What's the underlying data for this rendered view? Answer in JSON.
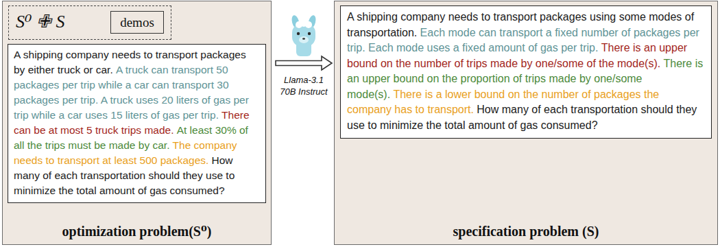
{
  "diagram": {
    "nodes": [
      {
        "text": [
          "optimization problem(S⁰)"
        ]
      },
      {
        "text": [
          "S⁰ ✙ S"
        ],
        "in": 0
      },
      {
        "text": [
          "demos"
        ],
        "in": 1
      },
      {
        "text": [
          "A shipping company needs to transport packages by either truck or car.",
          "A truck can transport 50 packages per trip while a car can transport 30 packages per trip. A truck uses 20 liters of gas per trip while a car uses 15 liters of gas per trip.",
          "There can be at most 5 truck trips made.",
          "At least 30% of all the trips must be made by car.",
          "The company needs to transport at least 500 packages.",
          "How many of each transportation should they use to minimize the total amount of gas consumed?"
        ],
        "in": 0
      },
      {
        "text": [
          "specification problem (S)"
        ]
      },
      {
        "text": [
          "A shipping company needs to transport packages using some modes of transportation.",
          "Each mode can transport a fixed number of packages per trip. Each mode uses a fixed amount of gas per trip.",
          "There is an upper bound on the number of trips made by one/some of the mode(s).",
          "There is an upper bound on the proportion of trips made by one/some mode(s).",
          "There is a lower bound on the number of packages the company has to transport.",
          "How many of each transportation should they use to minimize the total amount of gas consumed?"
        ],
        "in": 4
      }
    ],
    "edges": [
      {
        "from": 0,
        "to": 4,
        "arrow": "to",
        "label": "Llama-3.1 70B Instruct"
      }
    ]
  }
}
